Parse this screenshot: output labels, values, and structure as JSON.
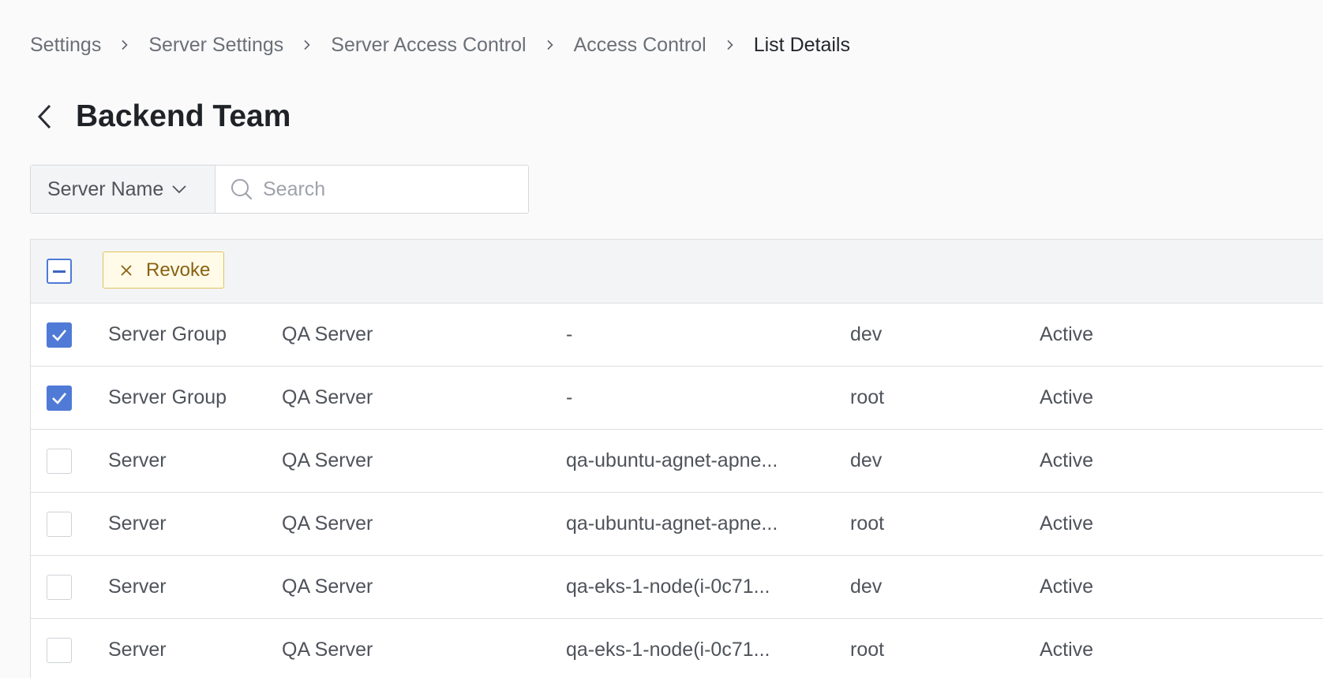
{
  "breadcrumb": {
    "items": [
      "Settings",
      "Server Settings",
      "Server Access Control",
      "Access Control",
      "List Details"
    ]
  },
  "page": {
    "title": "Backend Team",
    "back_icon": "chevron-left-icon"
  },
  "search": {
    "filter_label": "Server Name",
    "placeholder": "Search",
    "value": ""
  },
  "toolbar": {
    "revoke_label": "Revoke",
    "select_all_state": "indeterminate"
  },
  "colors": {
    "accent": "#4f7ad6",
    "revoke_border": "#e2c25a",
    "revoke_text": "#8a6112"
  },
  "rows": [
    {
      "checked": true,
      "type": "Server Group",
      "group": "QA Server",
      "server": "-",
      "account": "dev",
      "status": "Active"
    },
    {
      "checked": true,
      "type": "Server Group",
      "group": "QA Server",
      "server": "-",
      "account": "root",
      "status": "Active"
    },
    {
      "checked": false,
      "type": "Server",
      "group": "QA Server",
      "server": "qa-ubuntu-agnet-apne...",
      "account": "dev",
      "status": "Active"
    },
    {
      "checked": false,
      "type": "Server",
      "group": "QA Server",
      "server": "qa-ubuntu-agnet-apne...",
      "account": "root",
      "status": "Active"
    },
    {
      "checked": false,
      "type": "Server",
      "group": "QA Server",
      "server": "qa-eks-1-node(i-0c71...",
      "account": "dev",
      "status": "Active"
    },
    {
      "checked": false,
      "type": "Server",
      "group": "QA Server",
      "server": "qa-eks-1-node(i-0c71...",
      "account": "root",
      "status": "Active"
    }
  ]
}
